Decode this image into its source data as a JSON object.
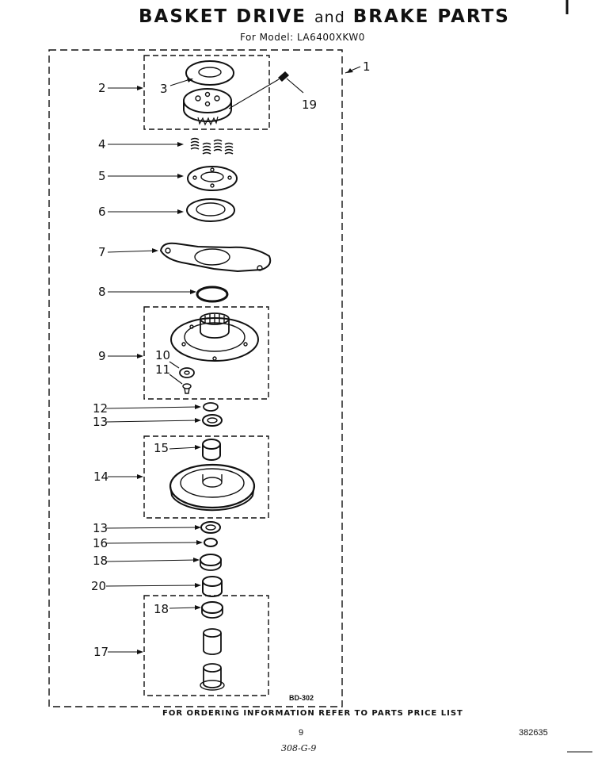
{
  "header": {
    "title_part1": "BASKET DRIVE",
    "title_and": "and",
    "title_part2": "BRAKE PARTS",
    "model_line": "For Model: LA6400XKW0"
  },
  "callouts": {
    "c1": "1",
    "c2": "2",
    "c3": "3",
    "c4": "4",
    "c5": "5",
    "c6": "6",
    "c7": "7",
    "c8": "8",
    "c9": "9",
    "c10": "10",
    "c11": "11",
    "c12": "12",
    "c13a": "13",
    "c13b": "13",
    "c14": "14",
    "c15": "15",
    "c16": "16",
    "c17": "17",
    "c18a": "18",
    "c18b": "18",
    "c19": "19",
    "c20": "20"
  },
  "diagram_code": "BD-302",
  "footer": {
    "ordering_note": "FOR ORDERING INFORMATION REFER TO PARTS PRICE LIST",
    "page_number": "9",
    "document_number": "382635",
    "handwritten_note": "308-G-9"
  }
}
